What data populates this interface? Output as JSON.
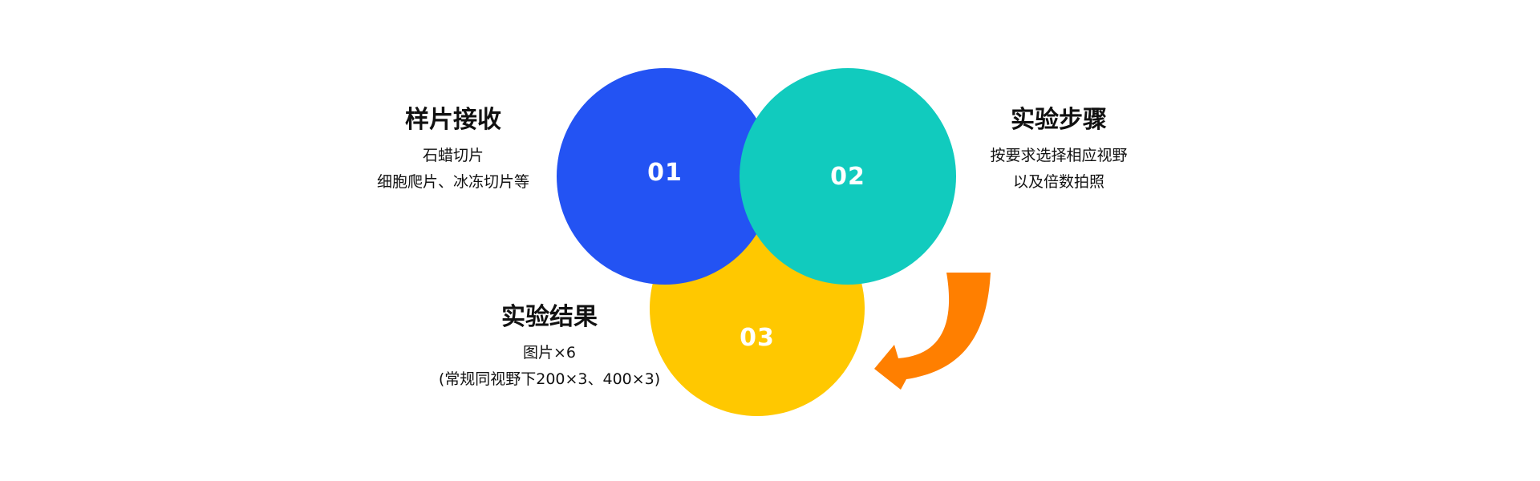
{
  "steps": [
    {
      "number": "01",
      "title": "样片接收",
      "lines": [
        "石蜡切片",
        "细胞爬片、冰冻切片等"
      ]
    },
    {
      "number": "02",
      "title": "实验步骤",
      "lines": [
        "按要求选择相应视野",
        "以及倍数拍照"
      ]
    },
    {
      "number": "03",
      "title": "实验结果",
      "lines": [
        "图片×6",
        "(常规同视野下200×3、400×3)"
      ]
    }
  ],
  "colors": {
    "step_1": "#2353F3",
    "step_2": "#11CBBE",
    "step_3": "#FFC800",
    "arrow": "#FF7F00"
  },
  "icons": {
    "flow_arrow": "curved-arrow-icon"
  }
}
